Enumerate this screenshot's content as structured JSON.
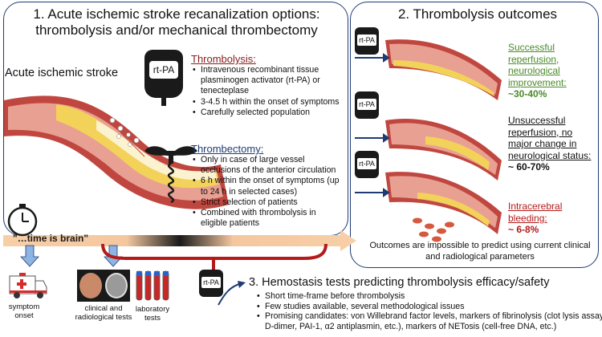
{
  "panel1": {
    "title_line1": "1. Acute ischemic stroke recanalization options:",
    "title_line2": "thrombolysis and/or mechanical thrombectomy",
    "stroke_label": "Acute ischemic stroke",
    "bag_label": "rt-PA",
    "thrombolysis": {
      "heading": "Thrombolysis:",
      "items": [
        "Intravenous recombinant tissue plasminogen activator (rt-PA) or tenecteplase",
        "3-4.5 h within the onset of symptoms",
        "Carefully selected population"
      ]
    },
    "thrombectomy": {
      "heading": "Thrombectomy:",
      "items": [
        "Only in case of large vessel occlusions of the anterior circulation",
        "6 h within the onset of symptoms (up to 24 h in selected cases)",
        "Strict selection of patients",
        "Combined with thrombolysis in eligible patients"
      ]
    }
  },
  "panel2": {
    "title": "2. Thrombolysis outcomes",
    "bag_label": "rt-PA",
    "outcomes": [
      {
        "text": "Successful reperfusion, neurological improvement:",
        "value": "~30-40%",
        "color": "#4a8a2a"
      },
      {
        "text": "Unsuccessful reperfusion, no major change in neurological status:",
        "value": "~ 60-70%",
        "color": "#111111"
      },
      {
        "text": "Intracerebral bleeding:",
        "value": "~ 6-8%",
        "color": "#b31b1b"
      }
    ],
    "note": "Outcomes are impossible to predict using current clinical and radiological parameters"
  },
  "timeline": {
    "label": "\"…time is brain\"",
    "arrow_color": "#f6c9a0"
  },
  "bottom": {
    "symptom_onset": "symptom onset",
    "clinical_tests": "clinical and radiological tests",
    "lab_tests": "laboratory tests",
    "bag_label": "rt-PA",
    "hemostasis_title": "3. Hemostasis tests predicting thrombolysis efficacy/safety",
    "hemostasis_items": [
      "Short time-frame before thrombolysis",
      "Few studies available, several methodological issues",
      "Promising candidates: von Willebrand factor levels, markers of fibrinolysis (clot lysis assay, D-dimer, PAI-1, α2 antiplasmin, etc.), markers of NETosis (cell-free DNA, etc.)"
    ]
  },
  "colors": {
    "panel_border": "#1f3b73",
    "vessel_outer": "#c0473f",
    "vessel_inner": "#e8a093",
    "plaque": "#f3d25a",
    "arrow_blue": "#1f3b73",
    "bracket_red": "#b31b1b"
  }
}
